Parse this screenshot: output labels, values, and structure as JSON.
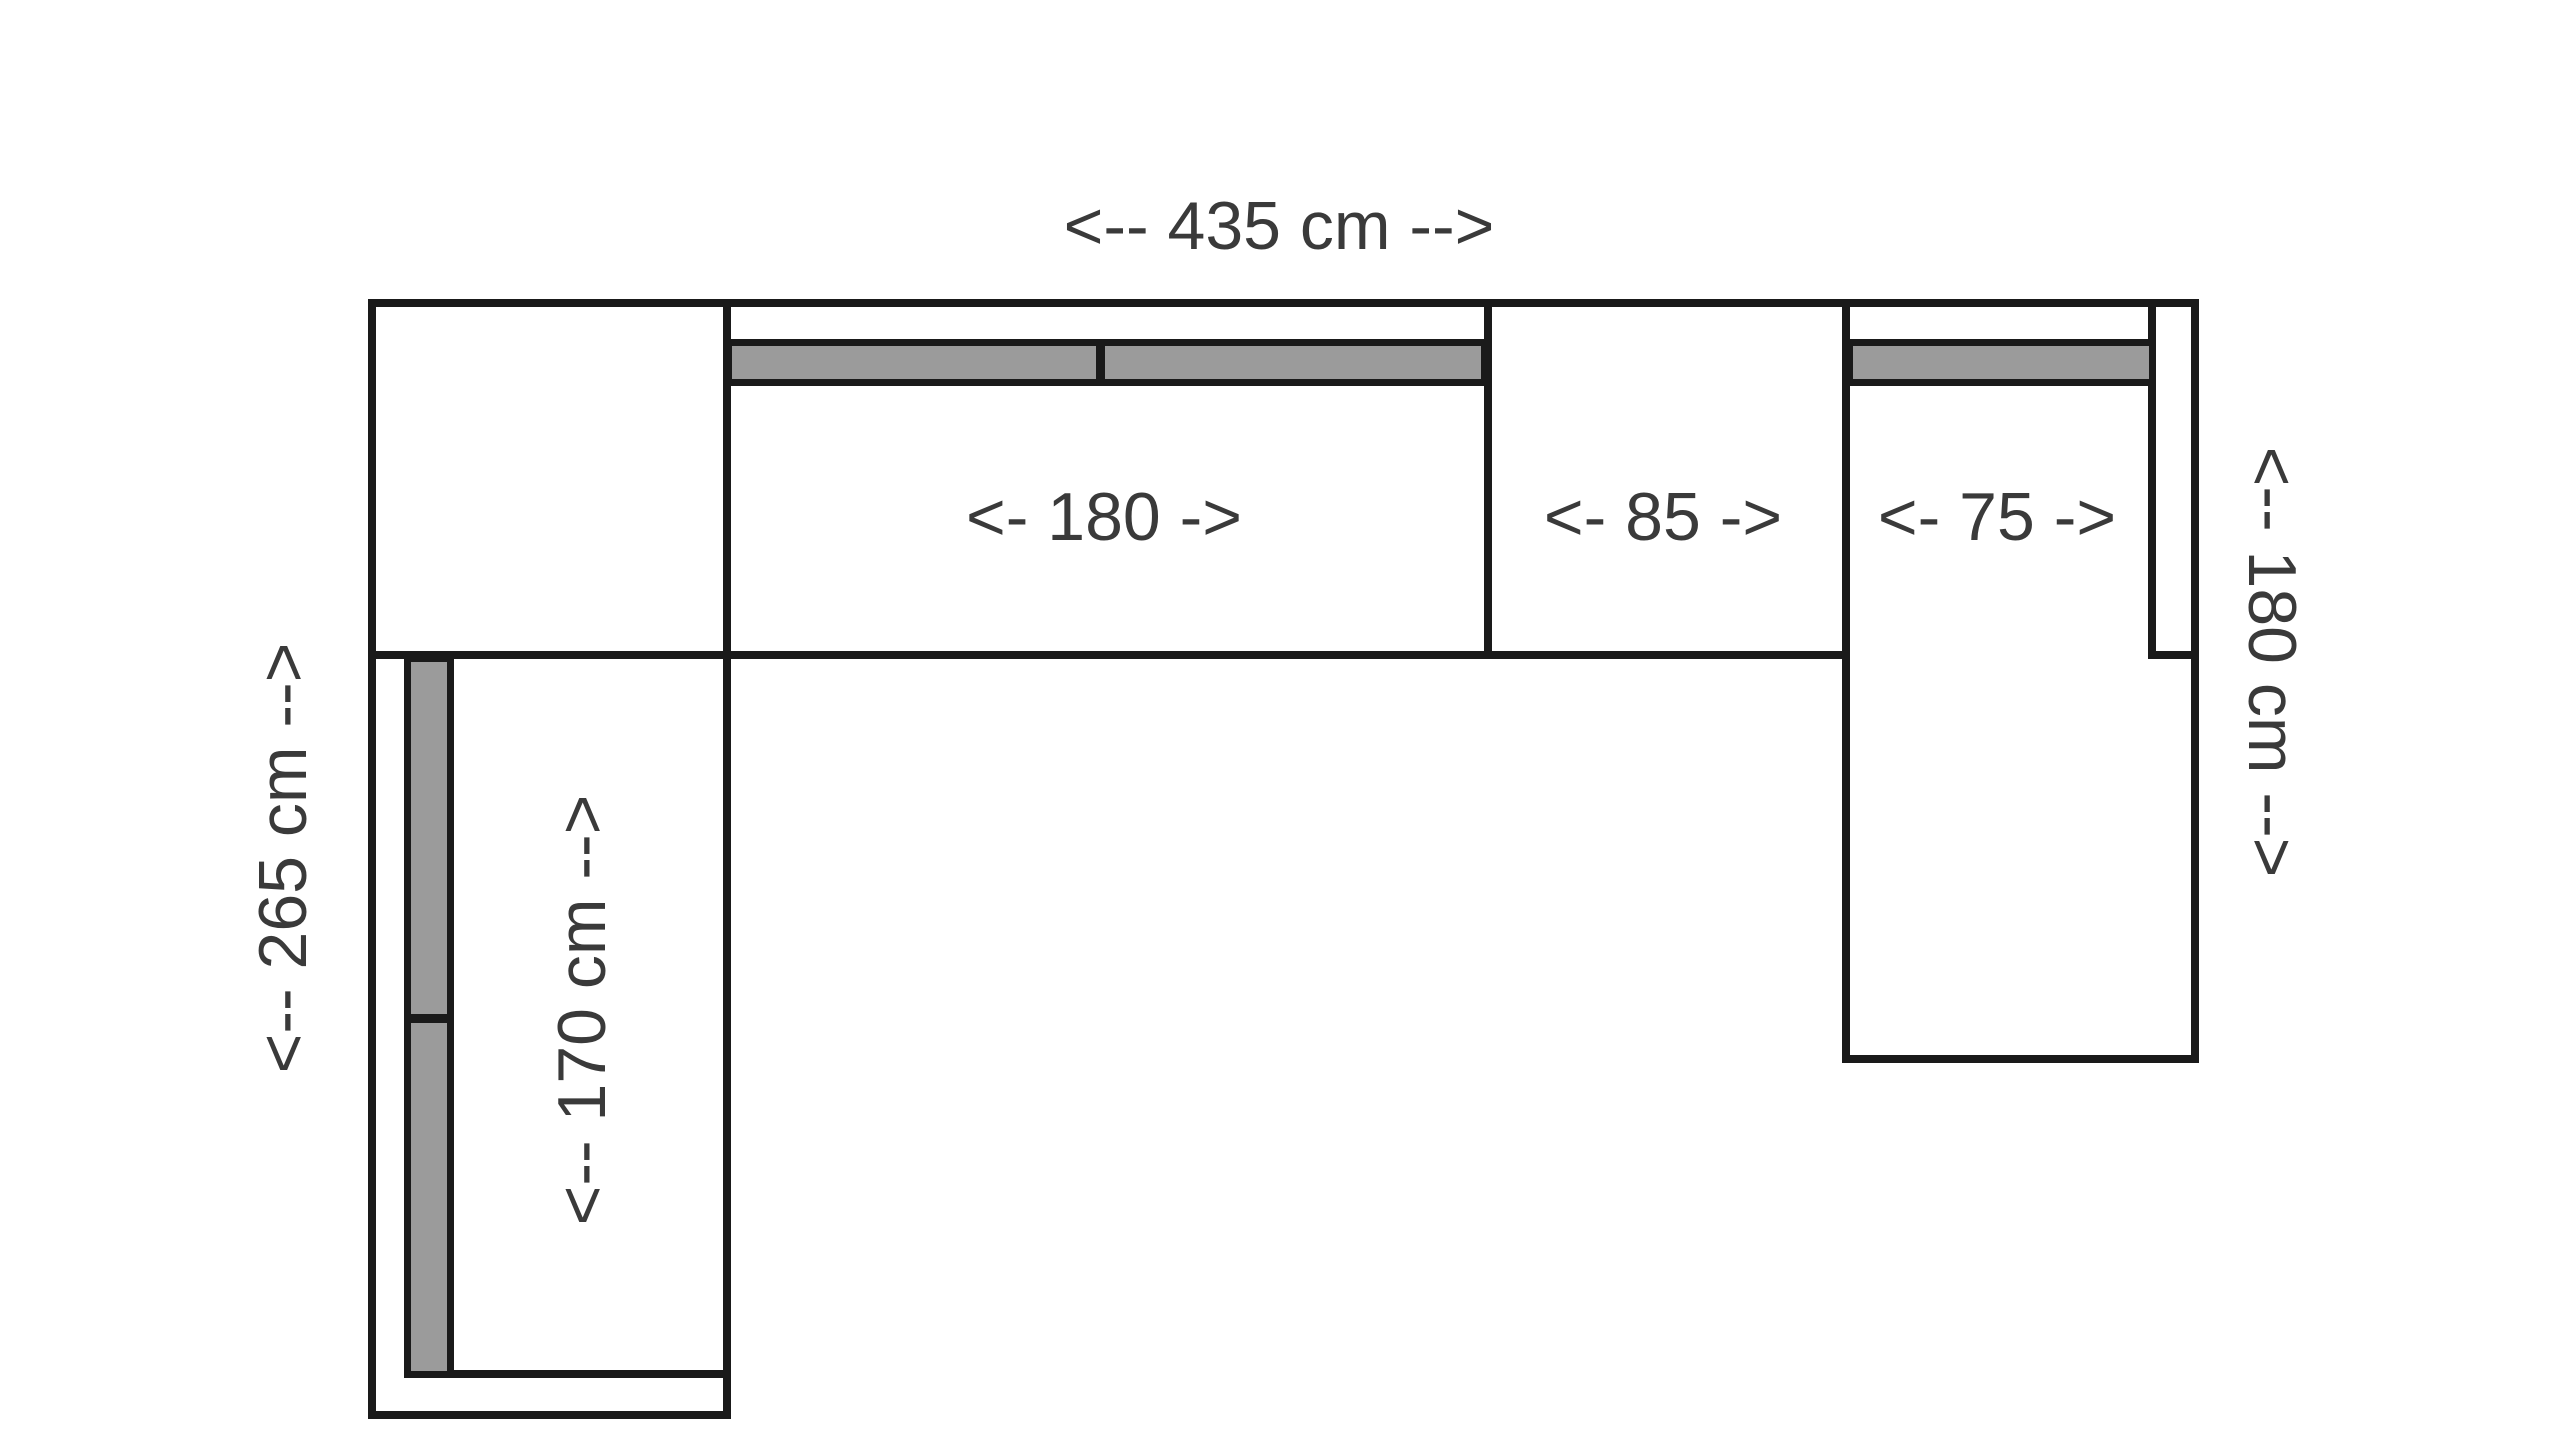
{
  "diagram": {
    "type": "sectional-sofa-floorplan",
    "colors": {
      "background": "#ffffff",
      "outline": "#1a1a1a",
      "cushion_gray": "#9b9b9b",
      "text": "#3a3a3a"
    },
    "labels": {
      "total_width": "<-- 435 cm -->",
      "section_180": "<- 180 ->",
      "section_85": "<- 85 ->",
      "section_75": "<- 75 ->",
      "left_height": "<-- 265 cm -->",
      "left_inner_length": "<-- 170 cm -->",
      "right_chaise_length": "<-- 180 cm -->"
    },
    "measurements_cm": {
      "total_width": 435,
      "left_total_height": 265,
      "left_inner_seat_length": 170,
      "right_chaise_length": 180,
      "top_sections": [
        180,
        85,
        75
      ]
    }
  }
}
